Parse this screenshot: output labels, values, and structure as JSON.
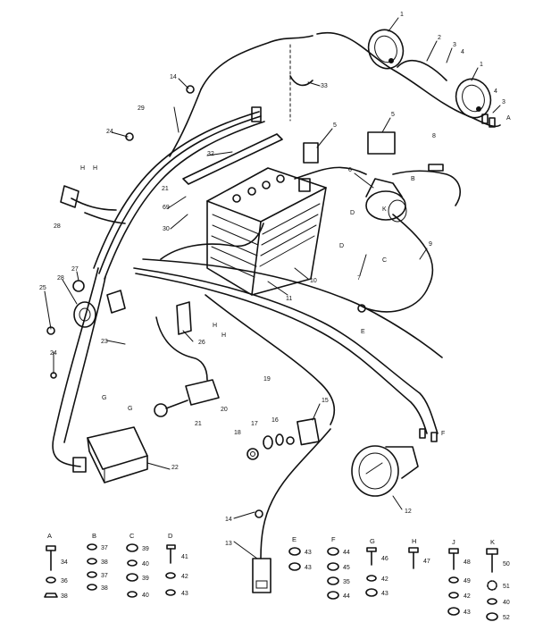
{
  "callouts": {
    "c1a": "1",
    "c1b": "1",
    "c2": "2",
    "c3a": "3",
    "c3b": "3",
    "c4a": "4",
    "c4b": "4",
    "cAtop": "A",
    "c5a": "5",
    "c5b": "5",
    "c6": "6",
    "c7": "7",
    "c8": "8",
    "c9": "9",
    "c10": "10",
    "c11": "11",
    "c12": "12",
    "c13": "13",
    "c14a": "14",
    "c14b": "14",
    "c15": "15",
    "c16": "16",
    "c17": "17",
    "c18": "18",
    "c19": "19",
    "c20": "20",
    "c21a": "21",
    "c21b": "21",
    "c22": "22",
    "c23": "23",
    "c24a": "24",
    "c24b": "24",
    "c25": "25",
    "c26": "26",
    "c27": "27",
    "c28a": "28",
    "c28b": "28",
    "c29": "29",
    "c30": "30",
    "c32": "32",
    "c33": "33",
    "c69": "69",
    "cB": "B",
    "cC": "C",
    "cD1": "D",
    "cD2": "D",
    "cE": "E",
    "cF": "F",
    "cG1": "G",
    "cG2": "G",
    "cH1": "H",
    "cH2": "H",
    "cH3": "H",
    "cH4": "H",
    "cK": "K"
  },
  "hardware_groups": [
    {
      "letter": "A",
      "parts": [
        "34",
        "36",
        "38"
      ]
    },
    {
      "letter": "B",
      "parts": [
        "37",
        "38",
        "37",
        "38"
      ]
    },
    {
      "letter": "C",
      "parts": [
        "39",
        "40",
        "39",
        "40"
      ]
    },
    {
      "letter": "D",
      "parts": [
        "41",
        "42",
        "43"
      ]
    },
    {
      "letter": "E",
      "parts": [
        "43",
        "43"
      ]
    },
    {
      "letter": "F",
      "parts": [
        "44",
        "45",
        "35",
        "44"
      ]
    },
    {
      "letter": "G",
      "parts": [
        "46",
        "42",
        "43"
      ]
    },
    {
      "letter": "H",
      "parts": [
        "47"
      ]
    },
    {
      "letter": "J",
      "parts": [
        "48",
        "49",
        "42",
        "43"
      ]
    },
    {
      "letter": "K",
      "parts": [
        "50",
        "51",
        "40",
        "52"
      ]
    }
  ]
}
